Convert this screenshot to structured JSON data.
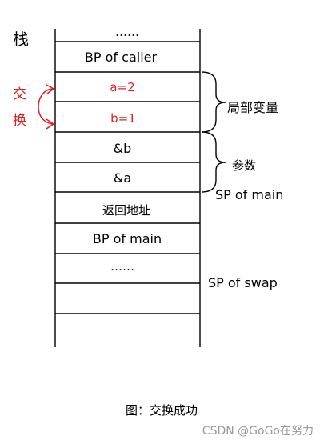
{
  "diagram": {
    "stack_label": "栈",
    "swap_label": "交换",
    "cells": [
      "……",
      "BP of caller",
      "a=2",
      "b=1",
      "&b",
      "&a",
      "返回地址",
      "BP of main",
      "……",
      "",
      ""
    ],
    "local_vars_label": "局部变量",
    "params_label": "参数",
    "sp_main_label": "SP of main",
    "sp_swap_label": "SP of swap",
    "caption": "图：交换成功",
    "watermark": "CSDN @GoGo在努力",
    "colors": {
      "line": "#000000",
      "highlight": "#e02020",
      "watermark": "#999999"
    }
  }
}
